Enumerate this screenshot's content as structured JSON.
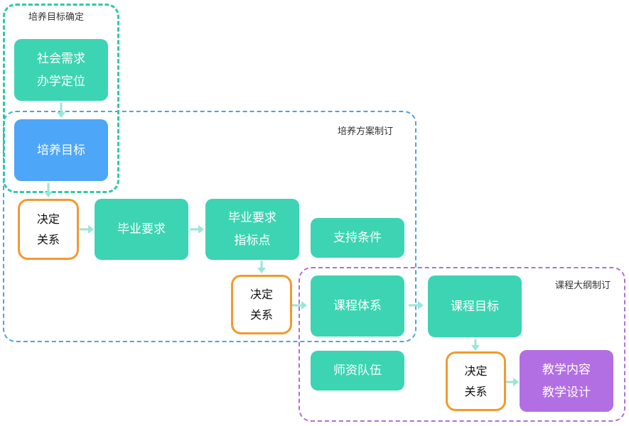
{
  "regions": {
    "goal_setting": "培养目标确定",
    "plan_making": "培养方案制订",
    "syllabus_making": "课程大纲制订"
  },
  "nodes": {
    "social_needs": [
      "社会需求",
      "办学定位"
    ],
    "training_goal": "培养目标",
    "graduation_requirements": "毕业要求",
    "graduation_indicators": [
      "毕业要求",
      "指标点"
    ],
    "support_conditions": "支持条件",
    "curriculum_system": "课程体系",
    "course_objectives": "课程目标",
    "faculty": "师资队伍",
    "teaching_content": [
      "教学内容",
      "教学设计"
    ]
  },
  "decision_label": [
    "决定",
    "关系"
  ],
  "colors": {
    "teal": "#3dd4b3",
    "blue": "#4da6f7",
    "purple": "#b26fe3",
    "decision_border": "#f29a2e",
    "arrow": "#9ae6d8",
    "region_goal": "#2fc9a5",
    "region_plan": "#4aa3e6",
    "region_syllabus": "#b070d8"
  }
}
